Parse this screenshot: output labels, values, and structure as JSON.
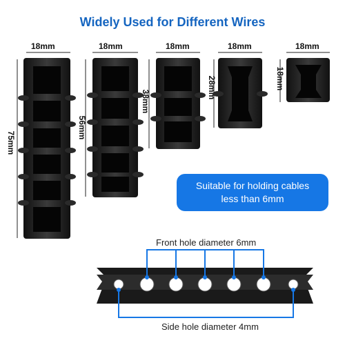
{
  "title": "Widely Used for Different Wires",
  "widths": [
    "18mm",
    "18mm",
    "18mm",
    "18mm",
    "18mm"
  ],
  "heights": [
    "75mm",
    "56mm",
    "38mm",
    "28mm",
    "18mm"
  ],
  "callout": {
    "line1": "Suitable for holding cables",
    "line2": "less than 6mm"
  },
  "front_hole_label": "Front hole diameter 6mm",
  "side_hole_label": "Side hole diameter 4mm",
  "colors": {
    "accent": "#1677e5",
    "title": "#1565c0",
    "clip": "#1f1f1f"
  }
}
